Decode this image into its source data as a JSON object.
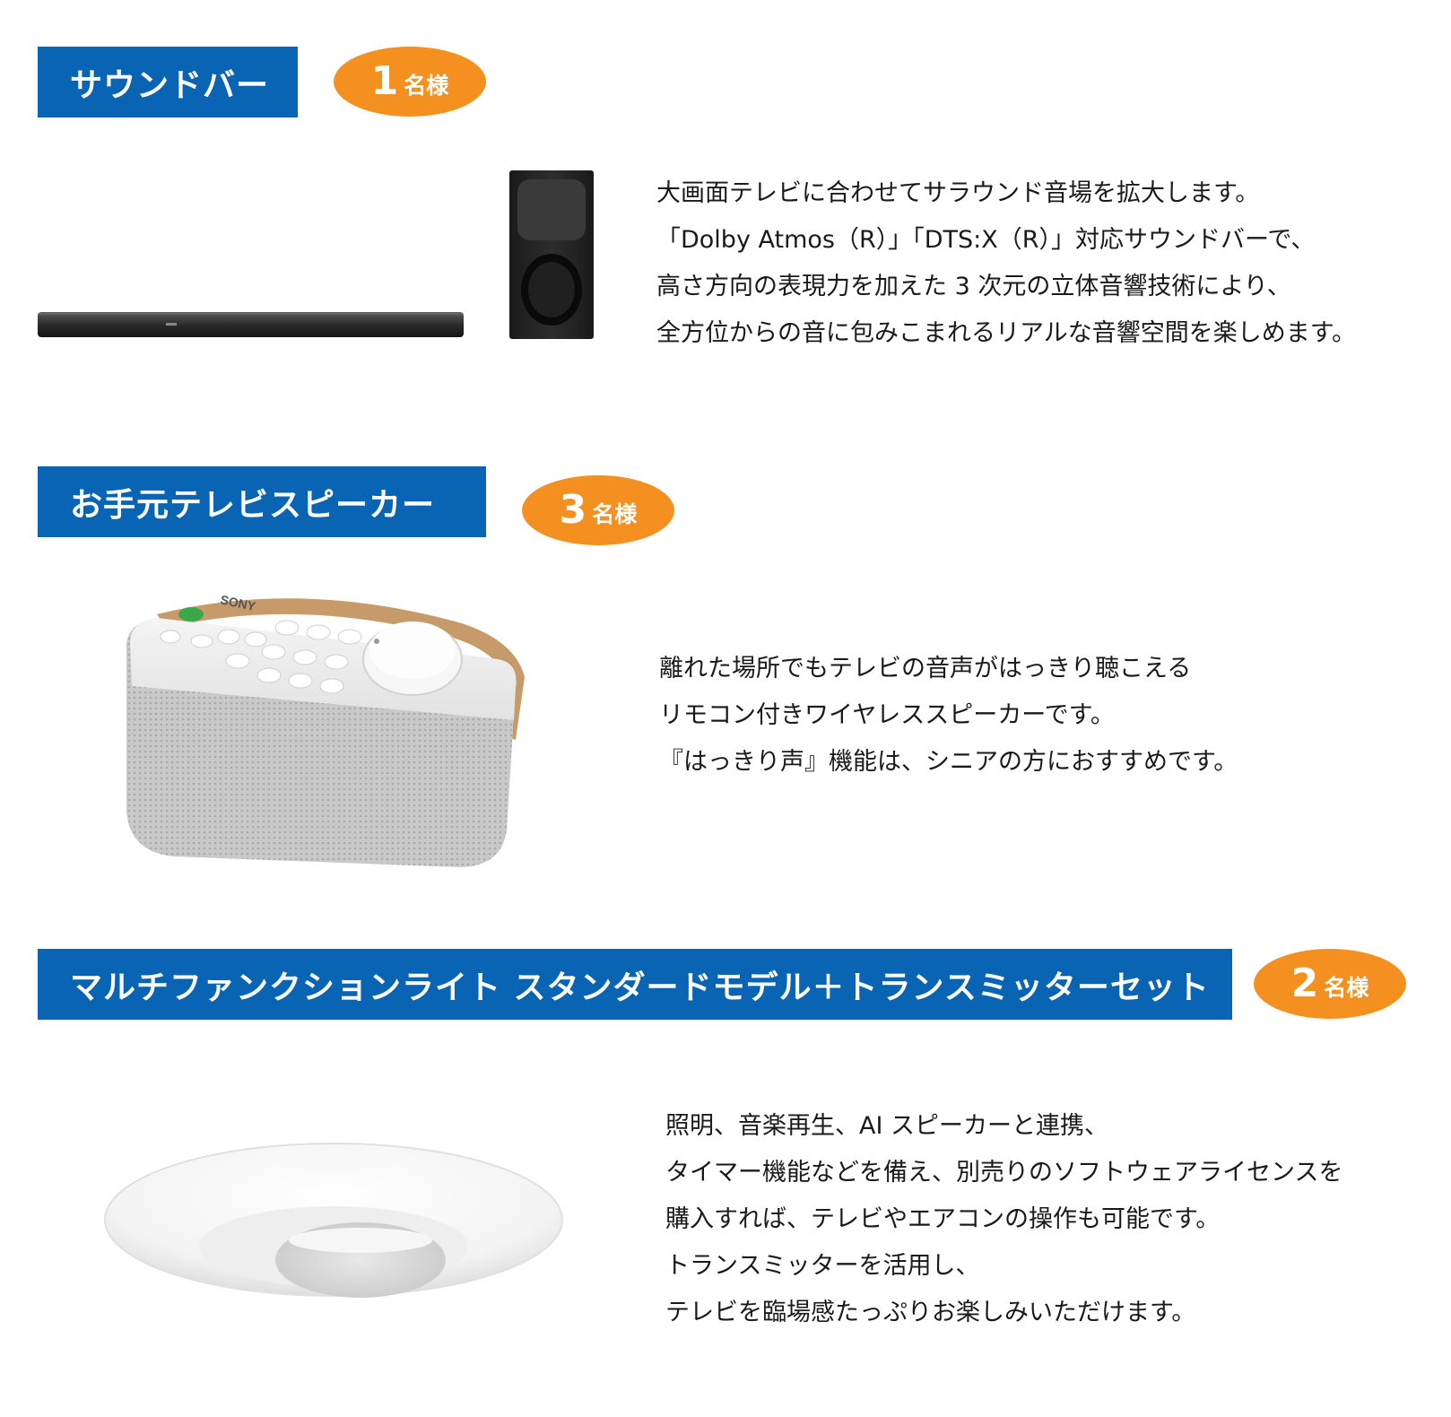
{
  "sections": [
    {
      "title": "サウンドバー",
      "badge_num": "1",
      "badge_unit": "名様",
      "description": [
        "大画面テレビに合わせてサラウンド音場を拡大します。",
        "「Dolby Atmos（R）」「DTS:X（R）」対応サウンドバーで、",
        "高さ方向の表現力を加えた 3 次元の立体音響技術により、",
        "全方位からの音に包みこまれるリアルな音響空間を楽しめます。"
      ]
    },
    {
      "title": "お手元テレビスピーカー",
      "badge_num": "3",
      "badge_unit": "名様",
      "description": [
        "離れた場所でもテレビの音声がはっきり聴こえる",
        "リモコン付きワイヤレススピーカーです。",
        "『はっきり声』機能は、シニアの方におすすめです。"
      ]
    },
    {
      "title": "マルチファンクションライト スタンダードモデル＋トランスミッターセット",
      "badge_num": "2",
      "badge_unit": "名様",
      "description": [
        "照明、音楽再生、AI スピーカーと連携、",
        "タイマー機能などを備え、別売りのソフトウェアライセンスを",
        "購入すれば、テレビやエアコンの操作も可能です。",
        "トランスミッターを活用し、",
        "テレビを臨場感たっぷりお楽しみいただけます。"
      ]
    }
  ],
  "speaker_brand": "SONY",
  "colors": {
    "title_bg": "#0a64b4",
    "badge_bg": "#f39020",
    "text": "#1a1a1a"
  }
}
